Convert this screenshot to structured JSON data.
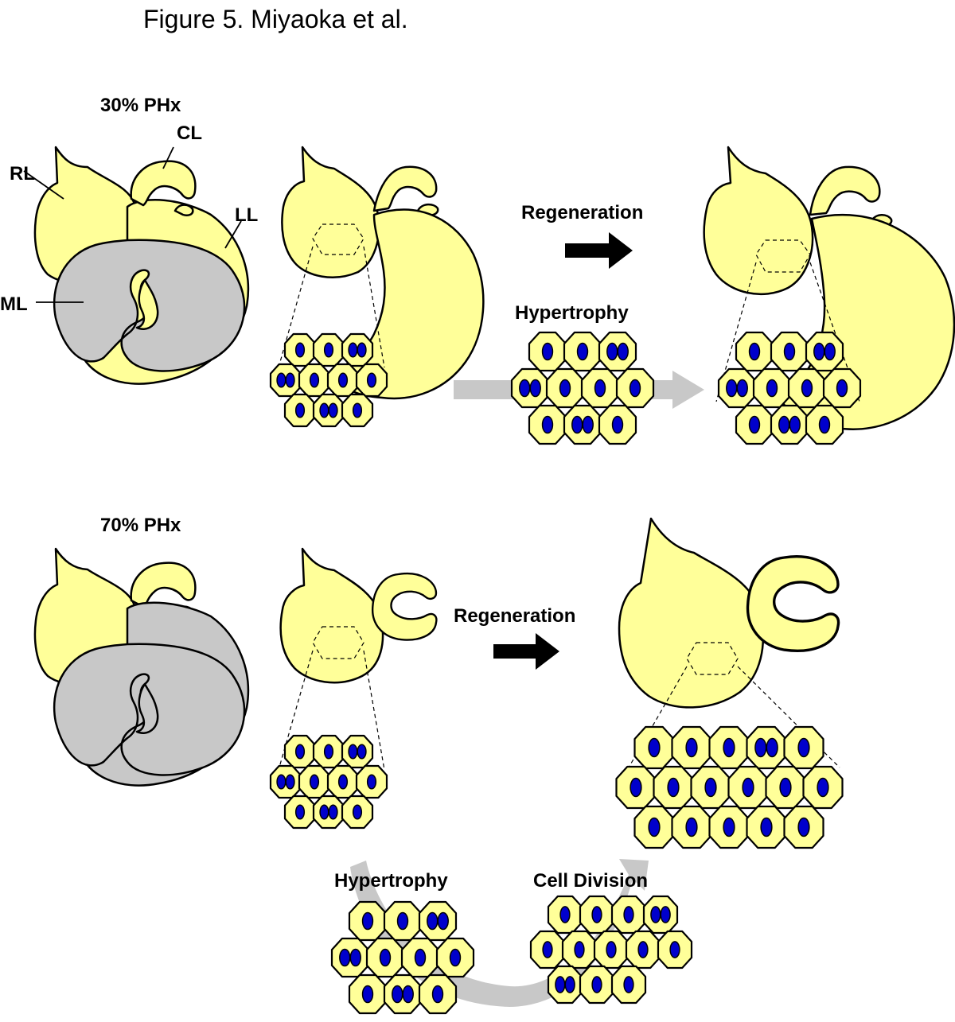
{
  "figure": {
    "title": "Figure 5. Miyaoka et al.",
    "section_30": "30% PHx",
    "section_70": "70% PHx",
    "lobe_labels": {
      "rl": "RL",
      "cl": "CL",
      "ll": "LL",
      "ml": "ML"
    },
    "regeneration_label": "Regeneration",
    "hypertrophy_label": "Hypertrophy",
    "cell_division_label": "Cell Division",
    "colors": {
      "liver": "#ffff99",
      "resected": "#c8c8c8",
      "nucleus": "#0000cc",
      "arrow_black": "#000000",
      "arrow_gray": "#c8c8c8"
    }
  }
}
